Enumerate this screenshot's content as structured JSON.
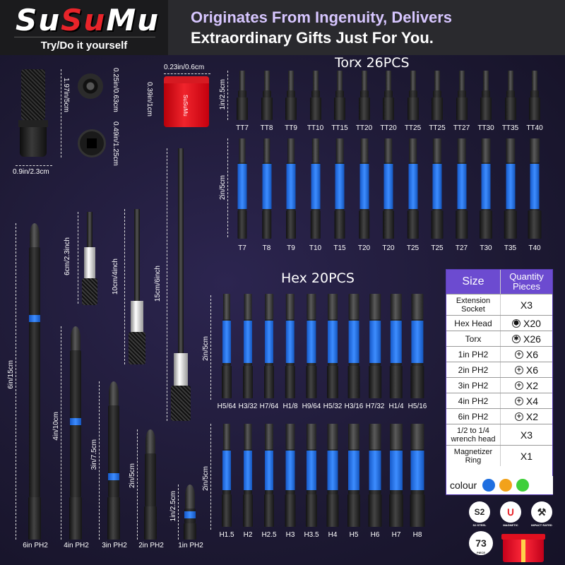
{
  "brand": {
    "logo_parts": [
      "Su",
      "Su",
      "Mu"
    ],
    "tagline": "Try/Do it yourself"
  },
  "slogan": {
    "line1": "Originates From Ingenuity, Delivers",
    "line2": "Extraordinary Gifts Just For You."
  },
  "adapter": {
    "height": "1.97in/5cm",
    "width": "0.9in/2.3cm",
    "top_dim": "0.25in/0.63cm",
    "side_dim": "0.49in/1.25cm"
  },
  "magnet_ring": {
    "width": "0.23in/0.6cm",
    "height": "0.39in/1cm",
    "label": "SuSuMu"
  },
  "torx": {
    "title": "Torx 26PCS",
    "short_dim": "1in/2.5cm",
    "long_dim": "2in/5cm",
    "short_labels": [
      "TT7",
      "TT8",
      "TT9",
      "TT10",
      "TT15",
      "TT20",
      "TT20",
      "TT25",
      "TT25",
      "TT27",
      "TT30",
      "TT35",
      "TT40"
    ],
    "long_labels": [
      "T7",
      "T8",
      "T9",
      "T10",
      "T15",
      "T20",
      "T20",
      "T25",
      "T25",
      "T27",
      "T30",
      "T35",
      "T40"
    ]
  },
  "hex": {
    "title": "Hex 20PCS",
    "row1_dim": "2in/5cm",
    "row2_dim": "2in/5cm",
    "row1_labels": [
      "H5/64",
      "H3/32",
      "H7/64",
      "H1/8",
      "H9/64",
      "H5/32",
      "H3/16",
      "H7/32",
      "H1/4",
      "H5/16"
    ],
    "row2_labels": [
      "H1.5",
      "H2",
      "H2.5",
      "H3",
      "H3.5",
      "H4",
      "H5",
      "H6",
      "H7",
      "H8"
    ]
  },
  "holders": {
    "short": "6cm/2.3inch",
    "mid": "10cm/4inch",
    "long": "15cm/6inch"
  },
  "ph2": {
    "dims": [
      "6in/15cm",
      "4in/10cm",
      "3in/7.5cm",
      "2in/5cm",
      "1in/2.5cm"
    ],
    "labels": [
      "6in PH2",
      "4in PH2",
      "3in PH2",
      "2in PH2",
      "1in PH2"
    ]
  },
  "table": {
    "header_size": "Size",
    "header_qty": "Quantity Pieces",
    "rows": [
      {
        "size": "Extension Socket",
        "icon": "",
        "qty": "X3"
      },
      {
        "size": "Hex Head",
        "icon": "hex-icon",
        "qty": "X20"
      },
      {
        "size": "Torx",
        "icon": "torx-icon",
        "qty": "X26"
      },
      {
        "size": "1in PH2",
        "icon": "phillips-icon",
        "qty": "X6"
      },
      {
        "size": "2in PH2",
        "icon": "phillips-icon",
        "qty": "X6"
      },
      {
        "size": "3in PH2",
        "icon": "phillips-icon",
        "qty": "X2"
      },
      {
        "size": "4in PH2",
        "icon": "phillips-icon",
        "qty": "X4"
      },
      {
        "size": "6in PH2",
        "icon": "phillips-icon",
        "qty": "X2"
      },
      {
        "size": "1/2 to 1/4 wrench head",
        "icon": "",
        "qty": "X3"
      },
      {
        "size": "Magnetizer Ring",
        "icon": "",
        "qty": "X1"
      }
    ],
    "colour_label": "colour",
    "colours": [
      "#1f6fe0",
      "#f2a21a",
      "#3fcf3a"
    ]
  },
  "badges": {
    "s2": "S2",
    "s2_cap": "S2 STEEL",
    "magnetic_cap": "MAGNETIC",
    "impact_cap": "IMPACT RATED",
    "pieces": "73",
    "pieces_cap": "PIECE"
  }
}
